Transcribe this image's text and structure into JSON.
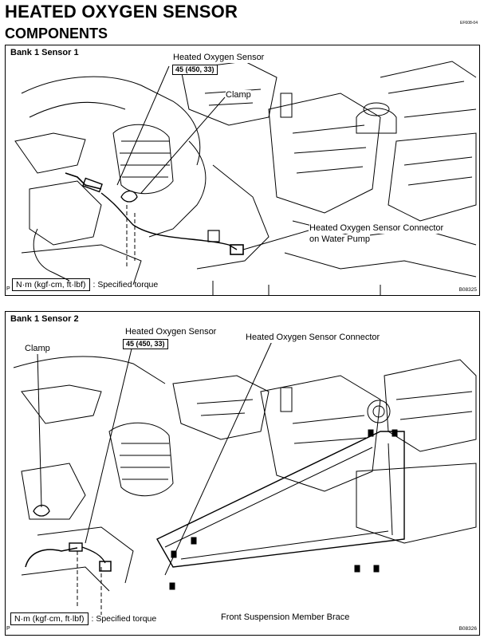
{
  "header": {
    "title": "HEATED OXYGEN SENSOR",
    "subtitle": "COMPONENTS",
    "page_code": "EF608-04"
  },
  "panel1": {
    "heading": "Bank 1 Sensor 1",
    "sensor_label": "Heated Oxygen Sensor",
    "torque_value": "45 (450, 33)",
    "clamp_label": "Clamp",
    "connector_label_line1": "Heated Oxygen Sensor Connector",
    "connector_label_line2": "on Water Pump",
    "legend_unit": "N·m (kgf·cm, ft·lbf)",
    "legend_text": ": Specified torque",
    "figure_code": "B08325",
    "corner_mark": "P"
  },
  "panel2": {
    "heading": "Bank 1 Sensor 2",
    "sensor_label": "Heated Oxygen Sensor",
    "torque_value": "45 (450, 33)",
    "connector_label": "Heated Oxygen Sensor Connector",
    "clamp_label": "Clamp",
    "brace_label": "Front Suspension  Member Brace",
    "legend_unit": "N·m (kgf·cm, ft·lbf)",
    "legend_text": ": Specified torque",
    "figure_code": "B08326",
    "corner_mark": "P"
  }
}
